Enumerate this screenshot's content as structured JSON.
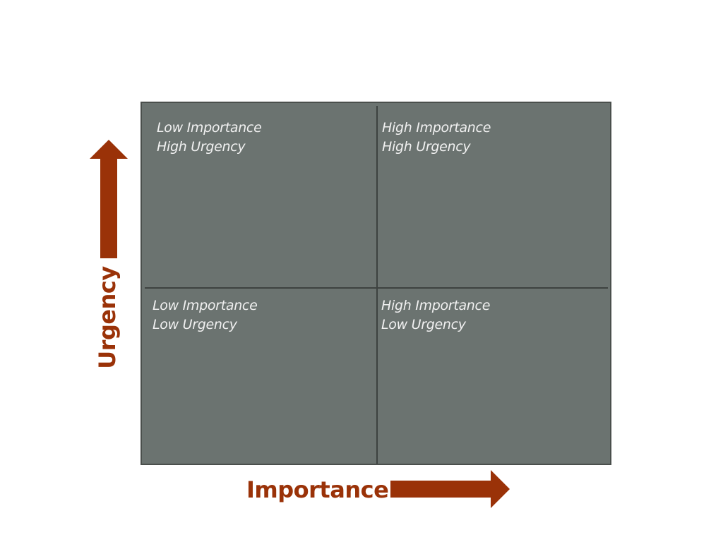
{
  "colors": {
    "quadrant_fill": "#6b7370",
    "quadrant_text": "#f1f1f1",
    "divider": "#3d4240",
    "accent": "#9a3208",
    "background": "#ffffff"
  },
  "axes": {
    "x_label": "Importance",
    "y_label": "Urgency"
  },
  "quadrants": {
    "top_left": {
      "line1": "Low Importance",
      "line2": "High Urgency"
    },
    "top_right": {
      "line1": "High Importance",
      "line2": "High Urgency"
    },
    "bottom_left": {
      "line1": "Low Importance",
      "line2": "Low Urgency"
    },
    "bottom_right": {
      "line1": "High Importance",
      "line2": "Low Urgency"
    }
  },
  "icons": {
    "x_arrow": "arrow-right-icon",
    "y_arrow": "arrow-up-icon"
  }
}
